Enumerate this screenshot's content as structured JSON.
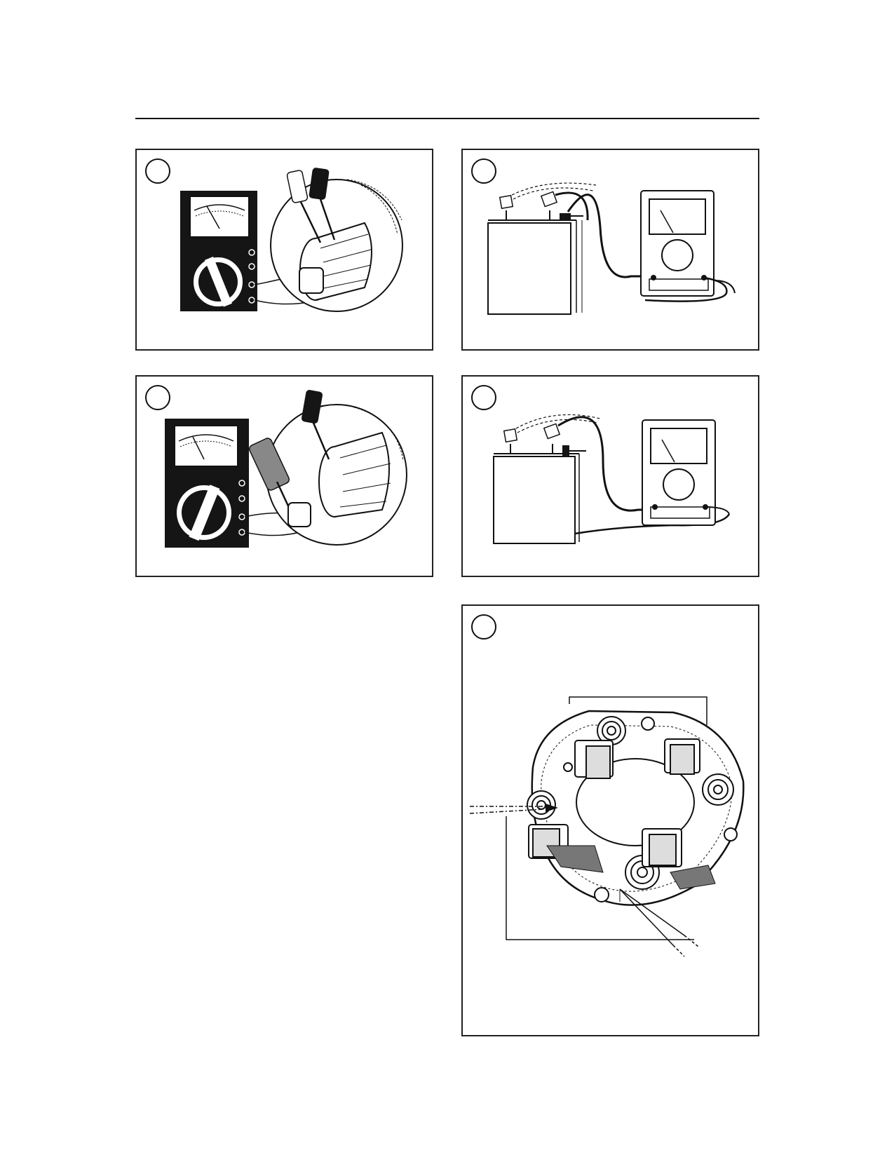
{
  "page": {
    "background": "#ffffff",
    "ink_color": "#111111"
  },
  "figures": [
    {
      "id": "fig-1",
      "icon": "analog-multimeter-armature-check",
      "marker": ""
    },
    {
      "id": "fig-2",
      "icon": "battery-voltmeter-check",
      "marker": ""
    },
    {
      "id": "fig-3",
      "icon": "analog-multimeter-commutator-check",
      "marker": ""
    },
    {
      "id": "fig-4",
      "icon": "battery-voltmeter-ground-check",
      "marker": ""
    },
    {
      "id": "fig-5",
      "icon": "brush-holder-plate",
      "marker": ""
    }
  ]
}
